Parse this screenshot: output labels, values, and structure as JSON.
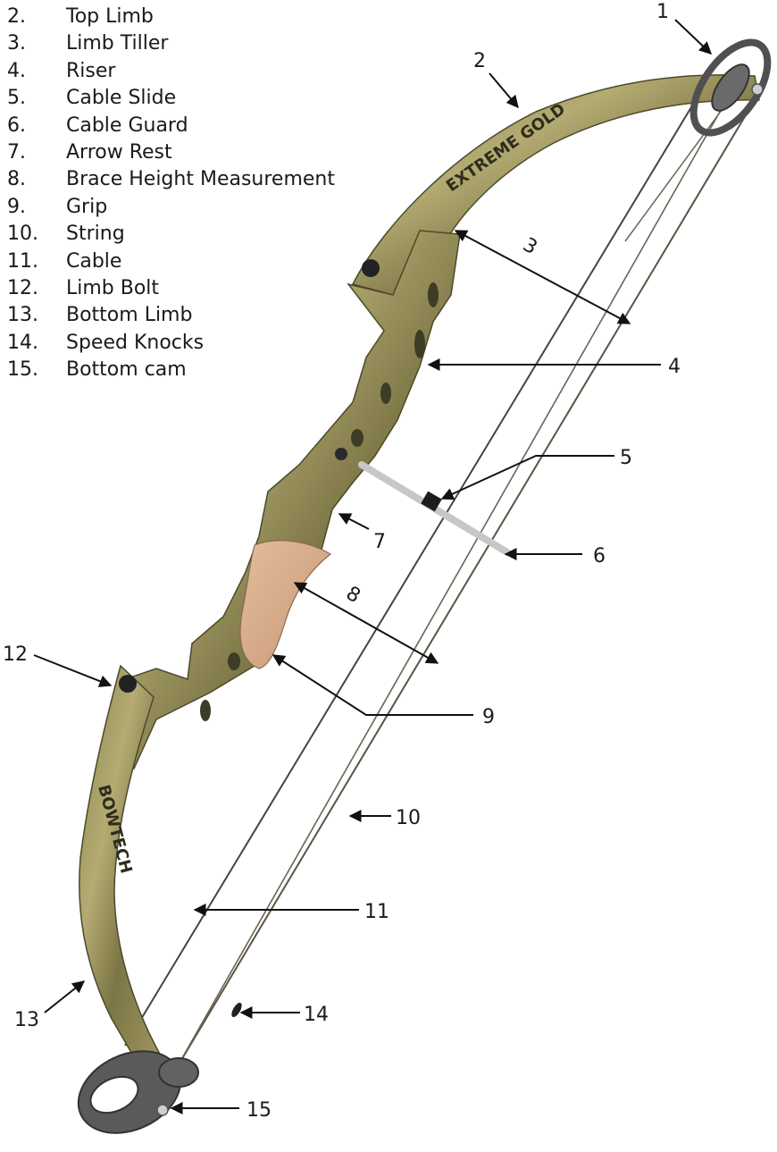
{
  "legend": [
    {
      "num": "2.",
      "label": "Top Limb"
    },
    {
      "num": "3.",
      "label": "Limb Tiller"
    },
    {
      "num": "4.",
      "label": "Riser"
    },
    {
      "num": "5.",
      "label": "Cable Slide"
    },
    {
      "num": "6.",
      "label": "Cable Guard"
    },
    {
      "num": "7.",
      "label": "Arrow Rest"
    },
    {
      "num": "8.",
      "label": "Brace Height Measurement"
    },
    {
      "num": "9.",
      "label": "Grip"
    },
    {
      "num": "10.",
      "label": "String"
    },
    {
      "num": "11.",
      "label": "Cable"
    },
    {
      "num": "12.",
      "label": "Limb Bolt"
    },
    {
      "num": "13.",
      "label": "Bottom Limb"
    },
    {
      "num": "14.",
      "label": "Speed Knocks"
    },
    {
      "num": "15.",
      "label": "Bottom cam"
    }
  ],
  "callouts": {
    "c1": "1",
    "c2": "2",
    "c3": "3",
    "c4": "4",
    "c5": "5",
    "c6": "6",
    "c7": "7",
    "c8": "8",
    "c9": "9",
    "c10": "10",
    "c11": "11",
    "c12": "12",
    "c13": "13",
    "c14": "14",
    "c15": "15"
  },
  "bow_text": {
    "top_limb": "EXTREME GOLD",
    "bottom_limb": "BOWTECH"
  },
  "colors": {
    "camo_light": "#a39a62",
    "camo_dark": "#4b4a2a",
    "grip_wood": "#d4a985",
    "string": "#5b5445",
    "cam_metal": "#505050"
  }
}
